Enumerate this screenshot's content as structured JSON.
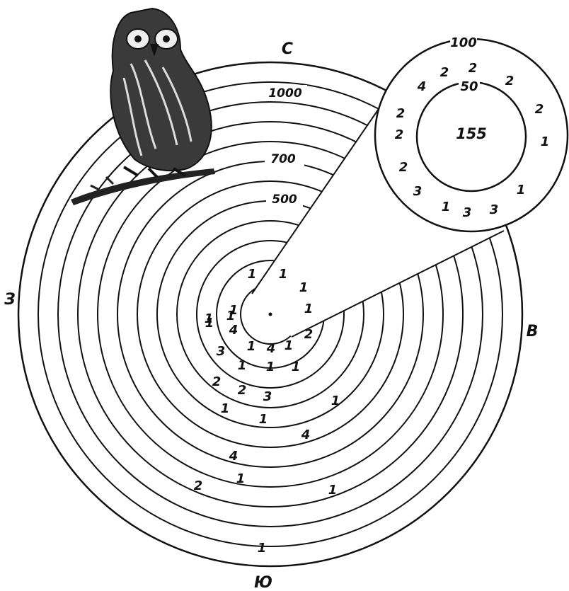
{
  "directions": {
    "north": "С",
    "east": "В",
    "south": "Ю",
    "west": "З"
  },
  "distance_labels": {
    "d1000": "1000",
    "d700": "700",
    "d500": "500"
  },
  "inset": {
    "outer_label": "100",
    "inner_label": "50",
    "center_count": "155"
  },
  "inset_counts": [
    "4",
    "2",
    "2",
    "2",
    "2",
    "2",
    "2",
    "1",
    "2",
    "3",
    "1",
    "3",
    "3",
    "1"
  ],
  "ring_counts": [
    "1",
    "1",
    "1",
    "1",
    "1",
    "1",
    "4",
    "1",
    "4",
    "1",
    "2",
    "3",
    "1",
    "1",
    "1",
    "2",
    "2",
    "3",
    "1",
    "1",
    "1",
    "4",
    "4",
    "1",
    "2",
    "1",
    "1",
    "1",
    "1"
  ]
}
